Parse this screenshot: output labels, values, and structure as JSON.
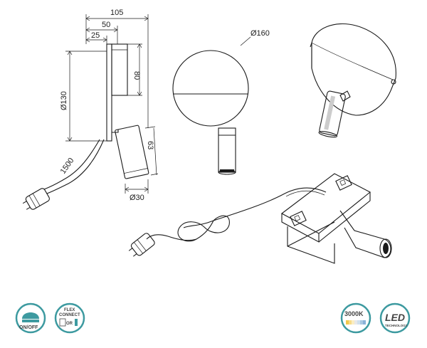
{
  "dimensions": {
    "width_total": "105",
    "width_50": "50",
    "width_25": "25",
    "height_80": "80",
    "diameter_130": "Ø130",
    "cable_1500": "1500",
    "length_63": "63",
    "diameter_30": "Ø30",
    "diameter_160": "Ø160"
  },
  "badges": {
    "onoff_label": "ON/OFF",
    "flex_line1": "FLEX",
    "flex_line2": "CONNECT",
    "flex_or": "OR",
    "kelvin_label": "3000K",
    "led_label": "LED",
    "led_sub": "TECHNOLOGY"
  },
  "colors": {
    "badge_teal": "#3d9aa0",
    "line": "#1a1a1a",
    "shade": "#777777"
  }
}
